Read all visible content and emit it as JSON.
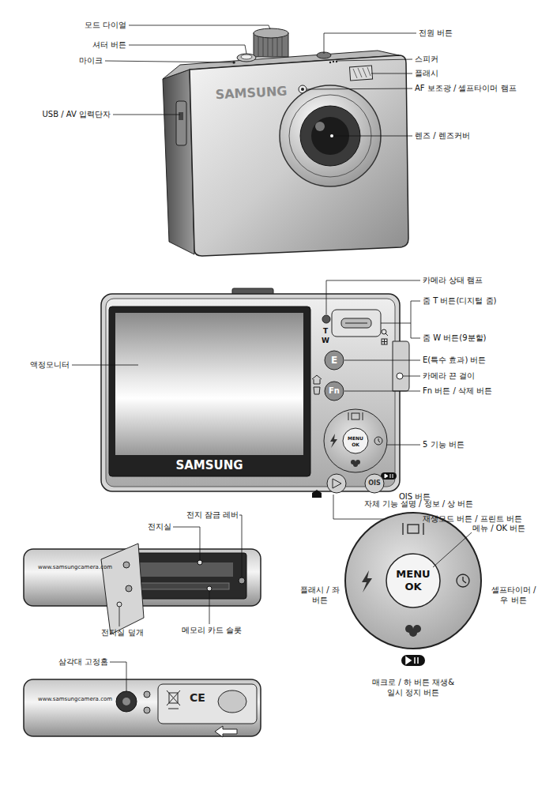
{
  "diagram": {
    "labels": [
      "모드 다이얼",
      "셔터 버튼",
      "마이크",
      "USB / AV 입력단자",
      "SAMSUNG",
      "전원 버튼",
      "스피커",
      "플래시",
      "AF 보조광 / 셀프타이머 램프",
      "렌즈 / 렌즈커버",
      "카메라 상태 램프",
      "줌 T 버튼(디지털 줌)",
      "T",
      "W",
      "줌 W 버튼(9분할)",
      "액정모니터",
      "E",
      "E(특수 효과) 버튼",
      "카메라 끈 걸이",
      "Fn",
      "Fn 버튼 / 삭제 버튼",
      "MENU OK",
      "5 기능 버튼",
      "SAMSUNG",
      "OIS",
      "OIS 버튼",
      "재생모드 버튼 / 프린트 버튼",
      "전지 잠금 레버",
      "전지실",
      "www.samsungcamera.com",
      "메모리 카드 슬롯",
      "전지실 덮개",
      "삼각대 고정홈",
      "www.samsungcamera.com",
      "CE",
      "자체 기능 설명 / 정보 / 상 버튼",
      "메뉴 / OK 버튼",
      "플래시 / 좌 버튼",
      "MENU OK",
      "셀프타이머 / 우 버튼",
      "매크로 / 하 버튼 재생&일시 정지 버튼"
    ]
  }
}
